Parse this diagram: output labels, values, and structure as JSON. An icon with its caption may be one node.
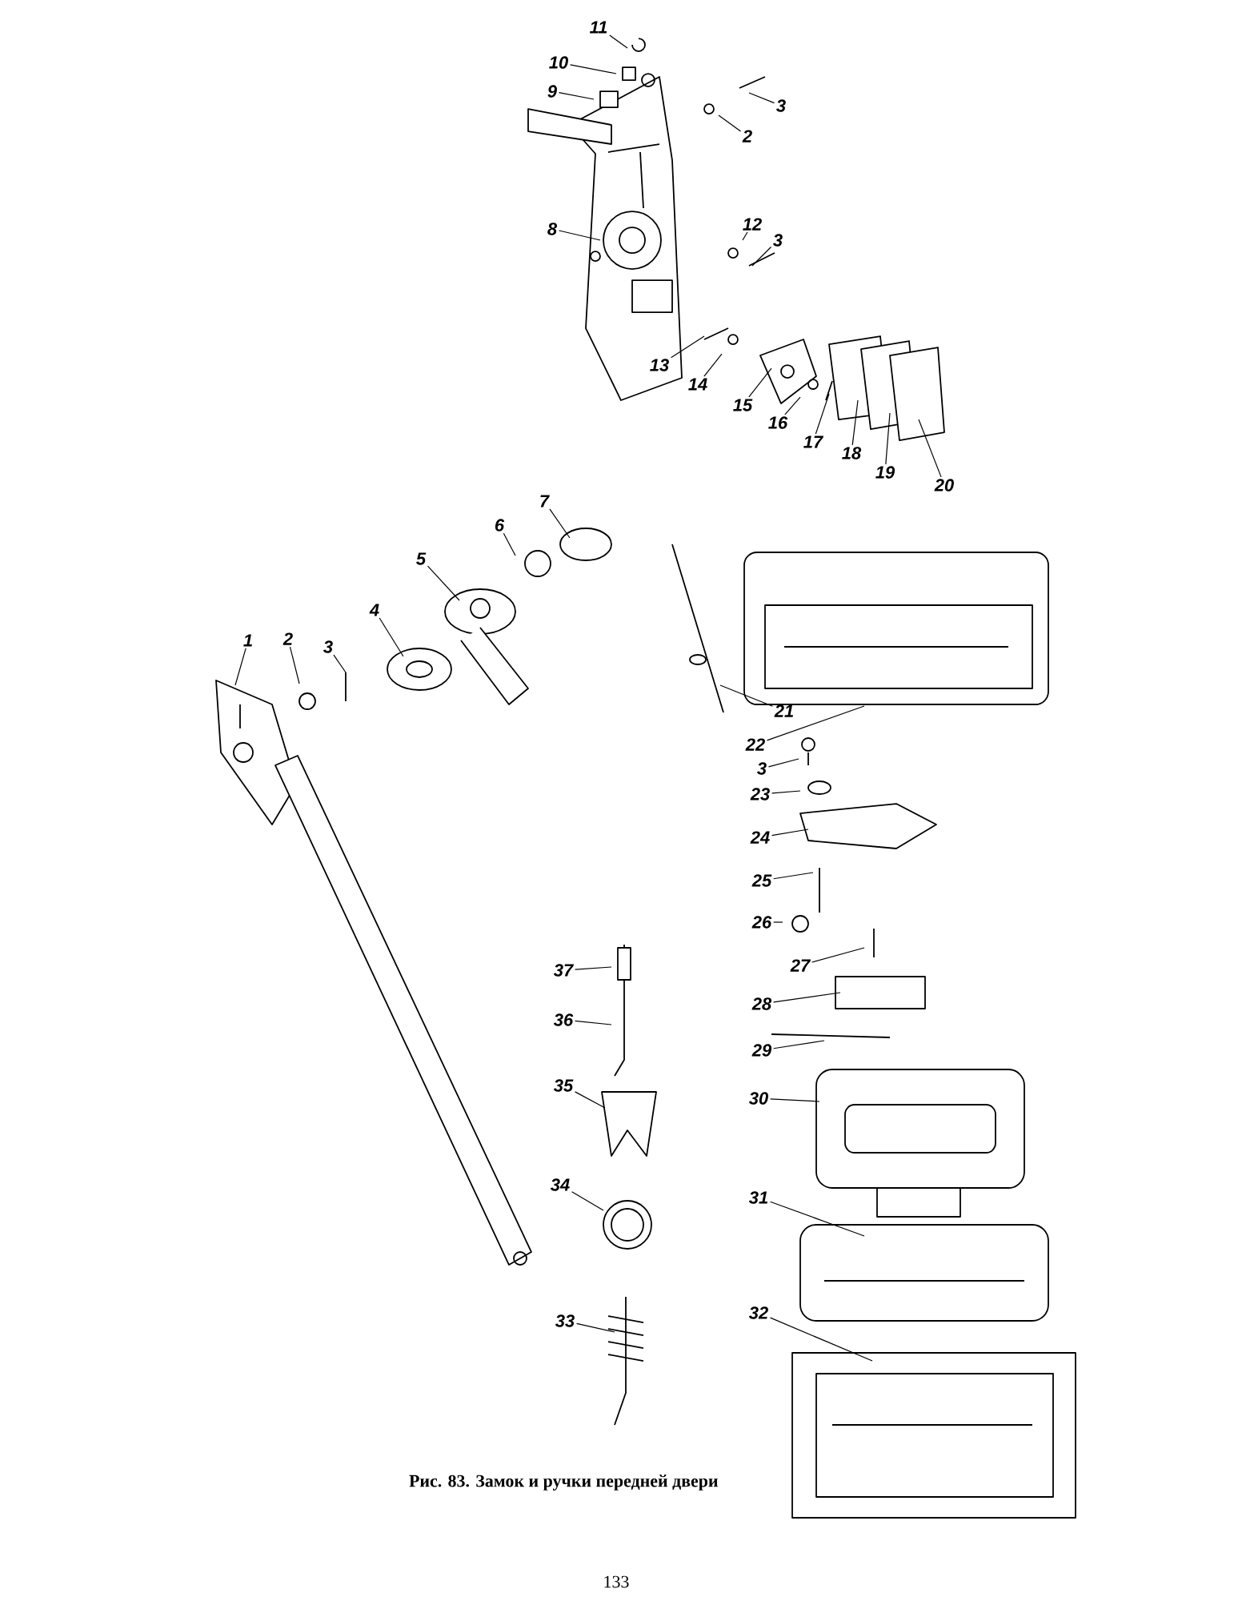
{
  "diagram": {
    "caption": "Рис. 83. Замок и ручки передней двери",
    "nodes": [
      {
        "text": [
          "11"
        ]
      },
      {
        "text": [
          "10"
        ]
      },
      {
        "text": [
          "9"
        ]
      },
      {
        "text": [
          "3"
        ]
      },
      {
        "text": [
          "2"
        ]
      },
      {
        "text": [
          "8"
        ]
      },
      {
        "text": [
          "12"
        ]
      },
      {
        "text": [
          "3"
        ]
      },
      {
        "text": [
          "13"
        ]
      },
      {
        "text": [
          "14"
        ]
      },
      {
        "text": [
          "15"
        ]
      },
      {
        "text": [
          "16"
        ]
      },
      {
        "text": [
          "17"
        ]
      },
      {
        "text": [
          "18"
        ]
      },
      {
        "text": [
          "19"
        ]
      },
      {
        "text": [
          "20"
        ]
      },
      {
        "text": [
          "7"
        ]
      },
      {
        "text": [
          "6"
        ]
      },
      {
        "text": [
          "5"
        ]
      },
      {
        "text": [
          "4"
        ]
      },
      {
        "text": [
          "3"
        ]
      },
      {
        "text": [
          "2"
        ]
      },
      {
        "text": [
          "1"
        ]
      },
      {
        "text": [
          "21"
        ]
      },
      {
        "text": [
          "22"
        ]
      },
      {
        "text": [
          "3"
        ]
      },
      {
        "text": [
          "23"
        ]
      },
      {
        "text": [
          "24"
        ]
      },
      {
        "text": [
          "25"
        ]
      },
      {
        "text": [
          "26"
        ]
      },
      {
        "text": [
          "27"
        ]
      },
      {
        "text": [
          "28"
        ]
      },
      {
        "text": [
          "29"
        ]
      },
      {
        "text": [
          "30"
        ]
      },
      {
        "text": [
          "31"
        ]
      },
      {
        "text": [
          "32"
        ]
      },
      {
        "text": [
          "37"
        ]
      },
      {
        "text": [
          "36"
        ]
      },
      {
        "text": [
          "35"
        ]
      },
      {
        "text": [
          "34"
        ]
      },
      {
        "text": [
          "33"
        ]
      }
    ],
    "edges": [
      {
        "from": 0,
        "to": null,
        "arrow": "none"
      },
      {
        "from": 1,
        "to": null,
        "arrow": "none"
      },
      {
        "from": 2,
        "to": null,
        "arrow": "none"
      },
      {
        "from": 3,
        "to": null,
        "arrow": "none"
      },
      {
        "from": 4,
        "to": null,
        "arrow": "none"
      },
      {
        "from": 5,
        "to": null,
        "arrow": "none"
      },
      {
        "from": 6,
        "to": null,
        "arrow": "none"
      },
      {
        "from": 7,
        "to": null,
        "arrow": "none"
      },
      {
        "from": 8,
        "to": null,
        "arrow": "none"
      },
      {
        "from": 9,
        "to": null,
        "arrow": "none"
      },
      {
        "from": 10,
        "to": null,
        "arrow": "none"
      },
      {
        "from": 11,
        "to": null,
        "arrow": "none"
      },
      {
        "from": 12,
        "to": null,
        "arrow": "none"
      },
      {
        "from": 13,
        "to": null,
        "arrow": "none"
      },
      {
        "from": 14,
        "to": null,
        "arrow": "none"
      },
      {
        "from": 15,
        "to": null,
        "arrow": "none"
      },
      {
        "from": 16,
        "to": null,
        "arrow": "none"
      },
      {
        "from": 17,
        "to": null,
        "arrow": "none"
      },
      {
        "from": 18,
        "to": null,
        "arrow": "none"
      },
      {
        "from": 19,
        "to": null,
        "arrow": "none"
      },
      {
        "from": 20,
        "to": null,
        "arrow": "none"
      },
      {
        "from": 21,
        "to": null,
        "arrow": "none"
      },
      {
        "from": 22,
        "to": null,
        "arrow": "none"
      },
      {
        "from": 23,
        "to": null,
        "arrow": "none"
      },
      {
        "from": 24,
        "to": null,
        "arrow": "none"
      },
      {
        "from": 25,
        "to": null,
        "arrow": "none"
      },
      {
        "from": 26,
        "to": null,
        "arrow": "none"
      },
      {
        "from": 27,
        "to": null,
        "arrow": "none"
      },
      {
        "from": 28,
        "to": null,
        "arrow": "none"
      },
      {
        "from": 29,
        "to": null,
        "arrow": "none"
      },
      {
        "from": 30,
        "to": null,
        "arrow": "none"
      },
      {
        "from": 31,
        "to": null,
        "arrow": "none"
      },
      {
        "from": 32,
        "to": null,
        "arrow": "none"
      },
      {
        "from": 33,
        "to": null,
        "arrow": "none"
      },
      {
        "from": 34,
        "to": null,
        "arrow": "none"
      },
      {
        "from": 35,
        "to": null,
        "arrow": "none"
      },
      {
        "from": 36,
        "to": null,
        "arrow": "none"
      },
      {
        "from": 37,
        "to": null,
        "arrow": "none"
      },
      {
        "from": 38,
        "to": null,
        "arrow": "none"
      },
      {
        "from": 39,
        "to": null,
        "arrow": "none"
      },
      {
        "from": 40,
        "to": null,
        "arrow": "none"
      }
    ],
    "labels": [
      "133"
    ]
  }
}
